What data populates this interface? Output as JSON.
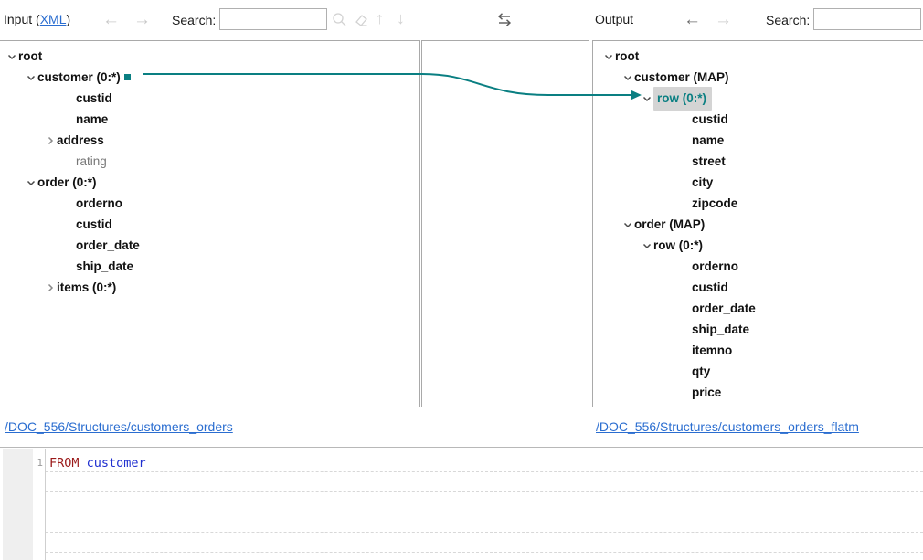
{
  "toolbar": {
    "input_label": "Input (",
    "input_format": "XML",
    "input_label_close": ")",
    "output_label": "Output",
    "search_label_left": "Search:",
    "search_label_right": "Search:",
    "search_value_left": "",
    "search_value_right": "",
    "search_placeholder": "",
    "icons": {
      "back": "back-arrow-icon",
      "forward": "forward-arrow-icon",
      "find": "search-icon",
      "clear": "eraser-icon",
      "prev_match": "arrow-up-icon",
      "next_match": "arrow-down-icon",
      "swap": "swap-arrows-icon"
    }
  },
  "input_tree": {
    "nodes": [
      {
        "label": "root",
        "indent": 0,
        "twisty": "open",
        "muted": false,
        "endmark": false,
        "selected": false
      },
      {
        "label": "customer (0:*)",
        "indent": 1,
        "twisty": "open",
        "muted": false,
        "endmark": true,
        "selected": false
      },
      {
        "label": "custid",
        "indent": 3,
        "twisty": "none",
        "muted": false,
        "endmark": false,
        "selected": false
      },
      {
        "label": "name",
        "indent": 3,
        "twisty": "none",
        "muted": false,
        "endmark": false,
        "selected": false
      },
      {
        "label": "address",
        "indent": 2,
        "twisty": "closed",
        "muted": false,
        "endmark": false,
        "selected": false
      },
      {
        "label": "rating",
        "indent": 3,
        "twisty": "none",
        "muted": true,
        "endmark": false,
        "selected": false
      },
      {
        "label": "order (0:*)",
        "indent": 1,
        "twisty": "open",
        "muted": false,
        "endmark": false,
        "selected": false
      },
      {
        "label": "orderno",
        "indent": 3,
        "twisty": "none",
        "muted": false,
        "endmark": false,
        "selected": false
      },
      {
        "label": "custid",
        "indent": 3,
        "twisty": "none",
        "muted": false,
        "endmark": false,
        "selected": false
      },
      {
        "label": "order_date",
        "indent": 3,
        "twisty": "none",
        "muted": false,
        "endmark": false,
        "selected": false
      },
      {
        "label": "ship_date",
        "indent": 3,
        "twisty": "none",
        "muted": false,
        "endmark": false,
        "selected": false
      },
      {
        "label": "items (0:*)",
        "indent": 2,
        "twisty": "closed",
        "muted": false,
        "endmark": false,
        "selected": false
      }
    ]
  },
  "output_tree": {
    "nodes": [
      {
        "label": "root",
        "indent": 0,
        "twisty": "open",
        "muted": false,
        "selected": false,
        "inarrow": false
      },
      {
        "label": "customer (MAP)",
        "indent": 1,
        "twisty": "open",
        "muted": false,
        "selected": false,
        "inarrow": false
      },
      {
        "label": "row (0:*)",
        "indent": 2,
        "twisty": "open",
        "muted": false,
        "selected": true,
        "inarrow": true
      },
      {
        "label": "custid",
        "indent": 4,
        "twisty": "none",
        "muted": false,
        "selected": false,
        "inarrow": false
      },
      {
        "label": "name",
        "indent": 4,
        "twisty": "none",
        "muted": false,
        "selected": false,
        "inarrow": false
      },
      {
        "label": "street",
        "indent": 4,
        "twisty": "none",
        "muted": false,
        "selected": false,
        "inarrow": false
      },
      {
        "label": "city",
        "indent": 4,
        "twisty": "none",
        "muted": false,
        "selected": false,
        "inarrow": false
      },
      {
        "label": "zipcode",
        "indent": 4,
        "twisty": "none",
        "muted": false,
        "selected": false,
        "inarrow": false
      },
      {
        "label": "order (MAP)",
        "indent": 1,
        "twisty": "open",
        "muted": false,
        "selected": false,
        "inarrow": false
      },
      {
        "label": "row (0:*)",
        "indent": 2,
        "twisty": "open",
        "muted": false,
        "selected": false,
        "inarrow": false
      },
      {
        "label": "orderno",
        "indent": 4,
        "twisty": "none",
        "muted": false,
        "selected": false,
        "inarrow": false
      },
      {
        "label": "custid",
        "indent": 4,
        "twisty": "none",
        "muted": false,
        "selected": false,
        "inarrow": false
      },
      {
        "label": "order_date",
        "indent": 4,
        "twisty": "none",
        "muted": false,
        "selected": false,
        "inarrow": false
      },
      {
        "label": "ship_date",
        "indent": 4,
        "twisty": "none",
        "muted": false,
        "selected": false,
        "inarrow": false
      },
      {
        "label": "itemno",
        "indent": 4,
        "twisty": "none",
        "muted": false,
        "selected": false,
        "inarrow": false
      },
      {
        "label": "qty",
        "indent": 4,
        "twisty": "none",
        "muted": false,
        "selected": false,
        "inarrow": false
      },
      {
        "label": "price",
        "indent": 4,
        "twisty": "none",
        "muted": false,
        "selected": false,
        "inarrow": false
      }
    ]
  },
  "footer": {
    "input_path": "/DOC_556/Structures/customers_orders",
    "output_path": "/DOC_556/Structures/customers_orders_flatm"
  },
  "editor": {
    "line_number": "1",
    "keyword": "FROM",
    "identifier": "customer"
  },
  "colors": {
    "accent_teal": "#0a7f82",
    "link_blue": "#2a6dd0",
    "keyword_red": "#9b1a1a",
    "identifier_blue": "#2030d0",
    "selection_gray": "#d4d4d4",
    "panel_border": "#a9a9a9"
  }
}
